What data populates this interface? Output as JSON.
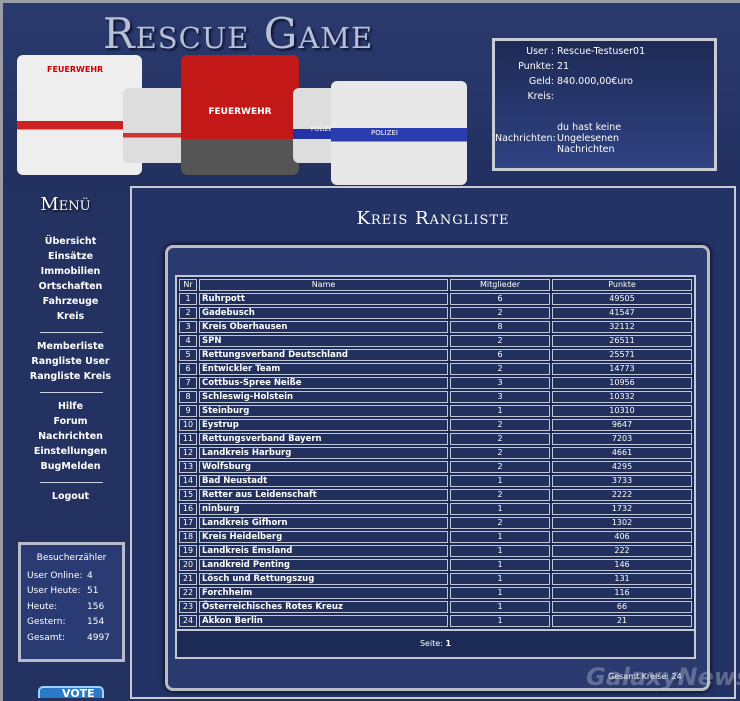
{
  "header": {
    "title": "Rescue Game",
    "vehicle_labels": [
      "FEUERWEHR",
      "FEUERWEHR",
      "POLIZEI",
      "POLIZEI"
    ]
  },
  "user_info": {
    "user_label": "User :",
    "user": "Rescue-Testuser01",
    "punkte_label": "Punkte:",
    "punkte": "21",
    "geld_label": "Geld:",
    "geld": "840.000,00€uro",
    "kreis_label": "Kreis:",
    "kreis": "",
    "nachrichten_label": "Nachrichten:",
    "nachrichten": "du hast keine Ungelesenen Nachrichten"
  },
  "menu": {
    "title": "Menü",
    "groups": [
      [
        "Übersicht",
        "Einsätze",
        "Immobilien",
        "Ortschaften",
        "Fahrzeuge",
        "Kreis"
      ],
      [
        "Memberliste",
        "Rangliste User",
        "Rangliste Kreis"
      ],
      [
        "Hilfe",
        "Forum",
        "Nachrichten",
        "Einstellungen",
        "BugMelden"
      ],
      [
        "Logout"
      ]
    ]
  },
  "counter": {
    "title": "Besucherzähler",
    "rows": [
      [
        "User Online:",
        "4"
      ],
      [
        "User Heute:",
        "51"
      ],
      [
        "Heute:",
        "156"
      ],
      [
        "Gestern:",
        "154"
      ],
      [
        "Gesamt:",
        "4997"
      ]
    ]
  },
  "vote": {
    "label": "VOTE"
  },
  "main": {
    "title": "Kreis Rangliste",
    "columns": [
      "Nr",
      "Name",
      "Mitglieder",
      "Punkte"
    ],
    "rows": [
      [
        "1",
        "Ruhrpott",
        "6",
        "49505"
      ],
      [
        "2",
        "Gadebusch",
        "2",
        "41547"
      ],
      [
        "3",
        "Kreis Oberhausen",
        "8",
        "32112"
      ],
      [
        "4",
        "SPN",
        "2",
        "26511"
      ],
      [
        "5",
        "Rettungsverband Deutschland",
        "6",
        "25571"
      ],
      [
        "6",
        "Entwickler Team",
        "2",
        "14773"
      ],
      [
        "7",
        "Cottbus-Spree Neiße",
        "3",
        "10956"
      ],
      [
        "8",
        "Schleswig-Holstein",
        "3",
        "10332"
      ],
      [
        "9",
        "Steinburg",
        "1",
        "10310"
      ],
      [
        "10",
        "Eystrup",
        "2",
        "9647"
      ],
      [
        "11",
        "Rettungsverband Bayern",
        "2",
        "7203"
      ],
      [
        "12",
        "Landkreis Harburg",
        "2",
        "4661"
      ],
      [
        "13",
        "Wolfsburg",
        "2",
        "4295"
      ],
      [
        "14",
        "Bad Neustadt",
        "1",
        "3733"
      ],
      [
        "15",
        "Retter aus Leidenschaft",
        "2",
        "2222"
      ],
      [
        "16",
        "ninburg",
        "1",
        "1732"
      ],
      [
        "17",
        "Landkreis Gifhorn",
        "2",
        "1302"
      ],
      [
        "18",
        "Kreis Heidelberg",
        "1",
        "406"
      ],
      [
        "19",
        "Landkreis Emsland",
        "1",
        "222"
      ],
      [
        "20",
        "Landkreid Penting",
        "1",
        "146"
      ],
      [
        "21",
        "Lösch und Rettungszug",
        "1",
        "131"
      ],
      [
        "22",
        "Forchheim",
        "1",
        "116"
      ],
      [
        "23",
        "Österreichisches Rotes Kreuz",
        "1",
        "66"
      ],
      [
        "24",
        "Akkon Berlin",
        "1",
        "21"
      ]
    ],
    "seite_label": "Seite:",
    "seite": "1",
    "gesamt": "Gesamt Kreise: 24"
  },
  "watermark": "GalaxyNews"
}
